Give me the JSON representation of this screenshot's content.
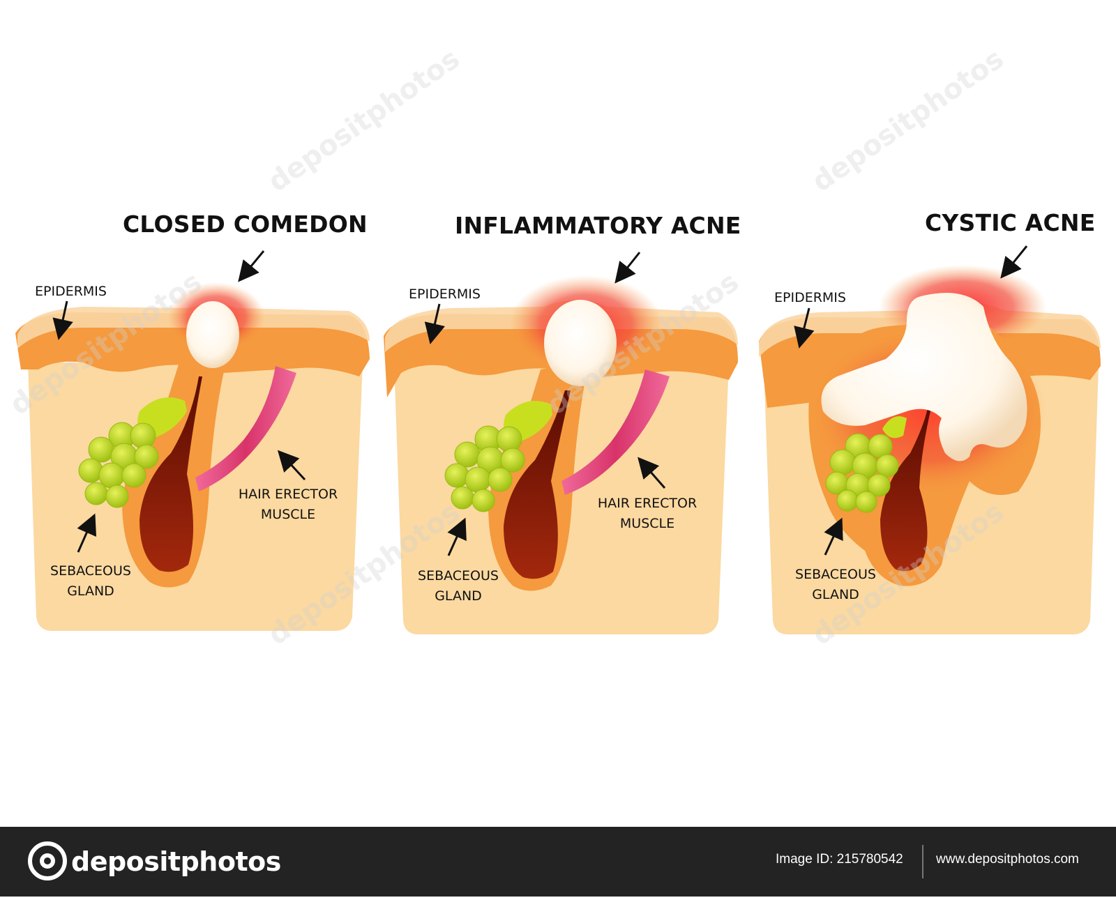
{
  "panels": [
    {
      "title": "CLOSED COMEDON",
      "epidermis": "EPIDERMIS",
      "muscle_line1": "HAIR ERECTOR",
      "muscle_line2": "MUSCLE",
      "gland_line1": "SEBACEOUS",
      "gland_line2": "GLAND"
    },
    {
      "title": "INFLAMMATORY ACNE",
      "epidermis": "EPIDERMIS",
      "muscle_line1": "HAIR ERECTOR",
      "muscle_line2": "MUSCLE",
      "gland_line1": "SEBACEOUS",
      "gland_line2": "GLAND"
    },
    {
      "title": "CYSTIC ACNE",
      "epidermis": "EPIDERMIS",
      "gland_line1": "SEBACEOUS",
      "gland_line2": "GLAND"
    }
  ],
  "watermark": "depositphotos",
  "footer": {
    "brand": "depositphotos",
    "image_id": "Image ID: 215780542",
    "site": "www.depositphotos.com"
  },
  "colors": {
    "skin": "#fbd9a1",
    "epidermis": "#f59a3e",
    "epidermis_top": "#fbd6a4",
    "inflammation": "#f04a3a",
    "pus": "#fffaf0",
    "follicle": "#8b1d0a",
    "gland": "#b6d21e",
    "muscle": "#e8457a",
    "footer_bg": "#232323"
  }
}
